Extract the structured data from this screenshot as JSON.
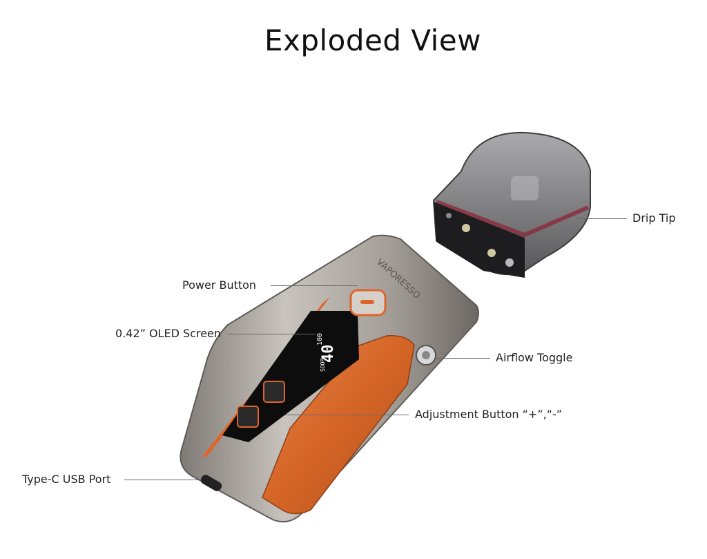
{
  "title": "Exploded View",
  "device": {
    "brand": "VAPORESSO",
    "screen_readout": {
      "top": "100",
      "main": "40",
      "mode": "SOOP"
    }
  },
  "callouts": {
    "drip_tip": "Drip Tip",
    "power_button": "Power Button",
    "oled_screen": "0.42” OLED Screen",
    "airflow_toggle": "Airflow Toggle",
    "adjustment_button": "Adjustment Button “+”,“-”",
    "usb_port": "Type-C USB Port"
  },
  "colors": {
    "body_metal": "#a6a09a",
    "leather": "#d96b2e",
    "accent": "#e0642a",
    "pod_smoke": "#6e6e70"
  }
}
